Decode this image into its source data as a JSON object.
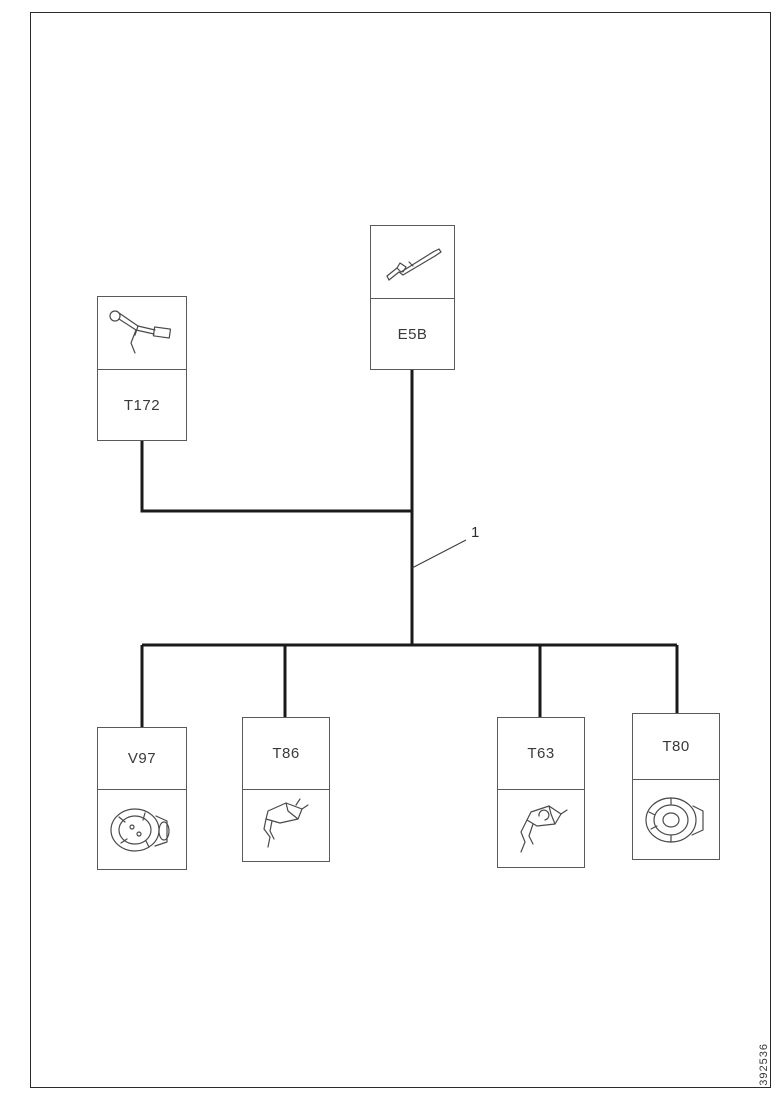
{
  "figure_number": "392536",
  "annotation": {
    "label": "1"
  },
  "nodes": {
    "e5b": {
      "label": "E5B"
    },
    "t172": {
      "label": "T172"
    },
    "v97": {
      "label": "V97"
    },
    "t86": {
      "label": "T86"
    },
    "t63": {
      "label": "T63"
    },
    "t80": {
      "label": "T80"
    }
  },
  "colors": {
    "line": "#1a1a1a",
    "box_border": "#5a5a5a",
    "illustration": "#4a4a4a"
  }
}
